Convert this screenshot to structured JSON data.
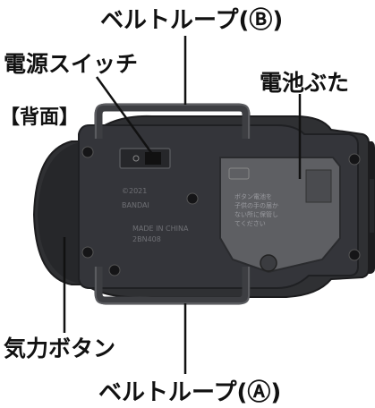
{
  "labels": {
    "belt_loop_b": "ベルトループ(Ⓑ)",
    "power_switch": "電源スイッチ",
    "back_side": "【背面】",
    "battery_cover": "電池ぶた",
    "qi_button": "気力ボタン",
    "belt_loop_a": "ベルトループ(Ⓐ)"
  },
  "device": {
    "switch_marks": "○ ▮▮",
    "print_lines": [
      "©2021",
      "BANDAI",
      "MADE IN CHINA",
      "2BN408"
    ],
    "battery_notes": [
      "ボタン電池を",
      "子供の手の届か",
      "ない所に保管し",
      "てください"
    ]
  },
  "colors": {
    "device_body": "#2f3033",
    "device_edge": "#1c1c1e",
    "plate": "#3a3b3f",
    "loop": "#4a4b4f",
    "cover": "#6a6b6f",
    "text": "#111111",
    "leader": "#111111"
  }
}
